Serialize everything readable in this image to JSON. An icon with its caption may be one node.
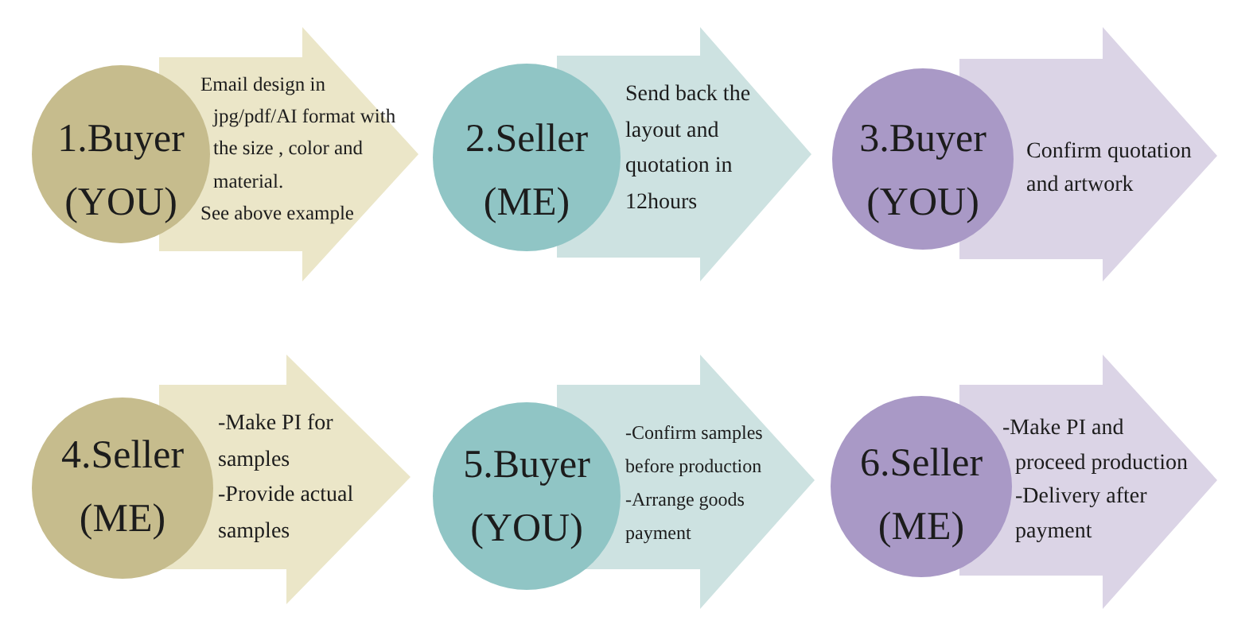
{
  "diagram": {
    "nodes": [
      {
        "text": [
          "1.Buyer",
          "(YOU)"
        ]
      },
      {
        "text": [
          "Email design in jpg/pdf/AI format with the size , color and material.",
          "See above example"
        ]
      },
      {
        "text": [
          "2.Seller",
          "(ME)"
        ]
      },
      {
        "text": [
          "Send back the layout and quotation in 12hours"
        ]
      },
      {
        "text": [
          "3.Buyer",
          "(YOU)"
        ]
      },
      {
        "text": [
          "Confirm quotation and artwork"
        ]
      },
      {
        "text": [
          "4.Seller",
          "(ME)"
        ]
      },
      {
        "text": [
          "-Make PI for samples",
          "-Provide actual samples"
        ]
      },
      {
        "text": [
          "5.Buyer",
          "(YOU)"
        ]
      },
      {
        "text": [
          "-Confirm samples before production",
          "-Arrange goods payment"
        ]
      },
      {
        "text": [
          "6.Seller",
          "(ME)"
        ]
      },
      {
        "text": [
          "-Make PI and proceed production",
          "-Delivery after payment"
        ]
      }
    ],
    "edges": [
      {
        "from": 0,
        "to": 2,
        "arrow": "to"
      },
      {
        "from": 2,
        "to": 4,
        "arrow": "to"
      },
      {
        "from": 4,
        "to": null,
        "arrow": "to"
      },
      {
        "from": 6,
        "to": 8,
        "arrow": "to"
      },
      {
        "from": 8,
        "to": 10,
        "arrow": "to"
      },
      {
        "from": 10,
        "to": null,
        "arrow": "to"
      }
    ]
  }
}
